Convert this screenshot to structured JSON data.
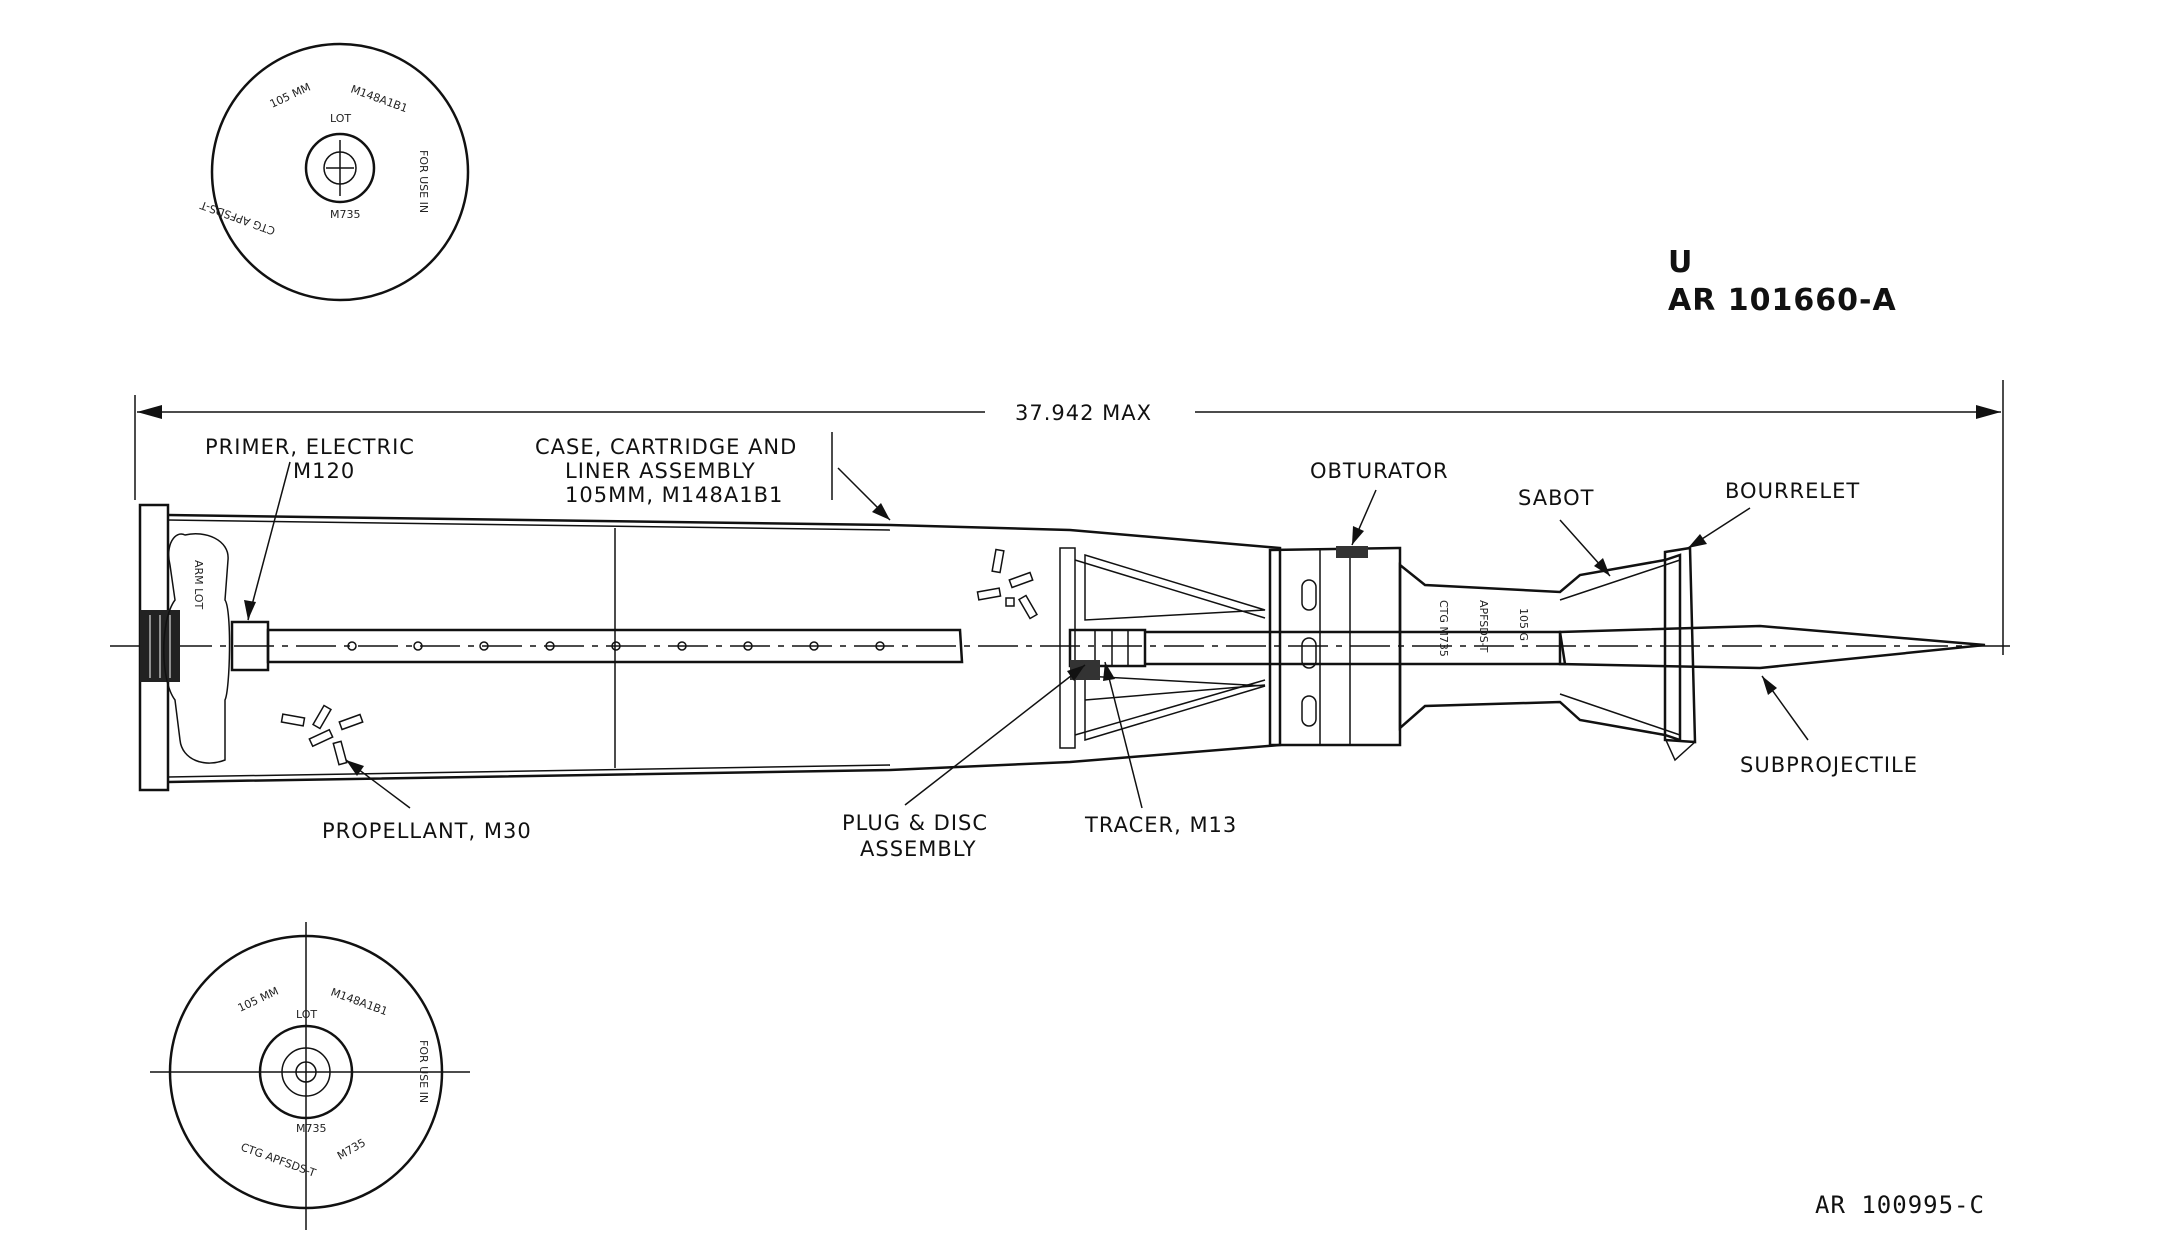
{
  "drawing": {
    "ref_top_letter": "U",
    "ref_top_number": "AR 101660-A",
    "ref_bottom": "AR 100995-C",
    "overall_length": "37.942 MAX"
  },
  "labels": {
    "primer_line1": "PRIMER, ELECTRIC",
    "primer_line2": "M120",
    "case_line1": "CASE, CARTRIDGE AND",
    "case_line2": "LINER ASSEMBLY",
    "case_line3": "105MM, M148A1B1",
    "obturator": "OBTURATOR",
    "sabot": "SABOT",
    "bourrelet": "BOURRELET",
    "subprojectile": "SUBPROJECTILE",
    "propellant": "PROPELLANT, M30",
    "plug_line1": "PLUG & DISC",
    "plug_line2": "ASSEMBLY",
    "tracer": "TRACER, M13"
  },
  "markings": {
    "case_marking": "ARM LOT",
    "shell_marking_1": "105 G",
    "shell_marking_2": "APFSDS-T",
    "shell_marking_3": "CTG M735"
  }
}
